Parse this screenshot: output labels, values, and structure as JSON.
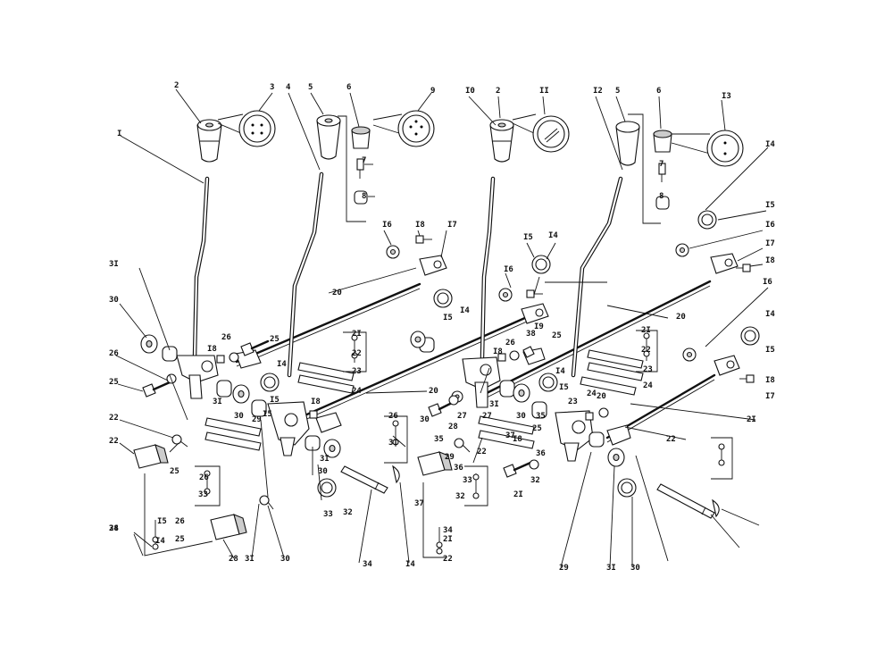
{
  "callouts": [
    "I",
    "2",
    "3",
    "4",
    "5",
    "6",
    "9",
    "7",
    "8",
    "I0",
    "2",
    "II",
    "I2",
    "5",
    "6",
    "I3",
    "7",
    "8",
    "I4",
    "I5",
    "I6",
    "I7",
    "I8",
    "I6",
    "I8",
    "I7",
    "I5",
    "I4",
    "I6",
    "I5",
    "I4",
    "I9",
    "38",
    "26",
    "25",
    "3I",
    "30",
    "26",
    "25",
    "I8",
    "26",
    "25",
    "I4",
    "I5",
    "3I",
    "30",
    "I8",
    "20",
    "2I",
    "22",
    "23",
    "24",
    "3I",
    "30",
    "I8",
    "20",
    "2I",
    "22",
    "23",
    "24",
    "3I",
    "30",
    "I4",
    "I5",
    "20",
    "I6",
    "I4",
    "I5",
    "I8",
    "I7",
    "2I",
    "22",
    "23",
    "24",
    "20",
    "25",
    "I8",
    "26",
    "3I",
    "30",
    "27",
    "22",
    "25",
    "26",
    "33",
    "32",
    "2I",
    "22",
    "26",
    "25",
    "34",
    "35",
    "36",
    "37",
    "27",
    "22",
    "28",
    "29",
    "33",
    "32",
    "34",
    "2I",
    "22",
    "35",
    "36",
    "37",
    "33",
    "32",
    "34",
    "I4",
    "I5",
    "29",
    "28",
    "3I",
    "30",
    "I5",
    "I4",
    "28",
    "29",
    "3I",
    "30"
  ]
}
